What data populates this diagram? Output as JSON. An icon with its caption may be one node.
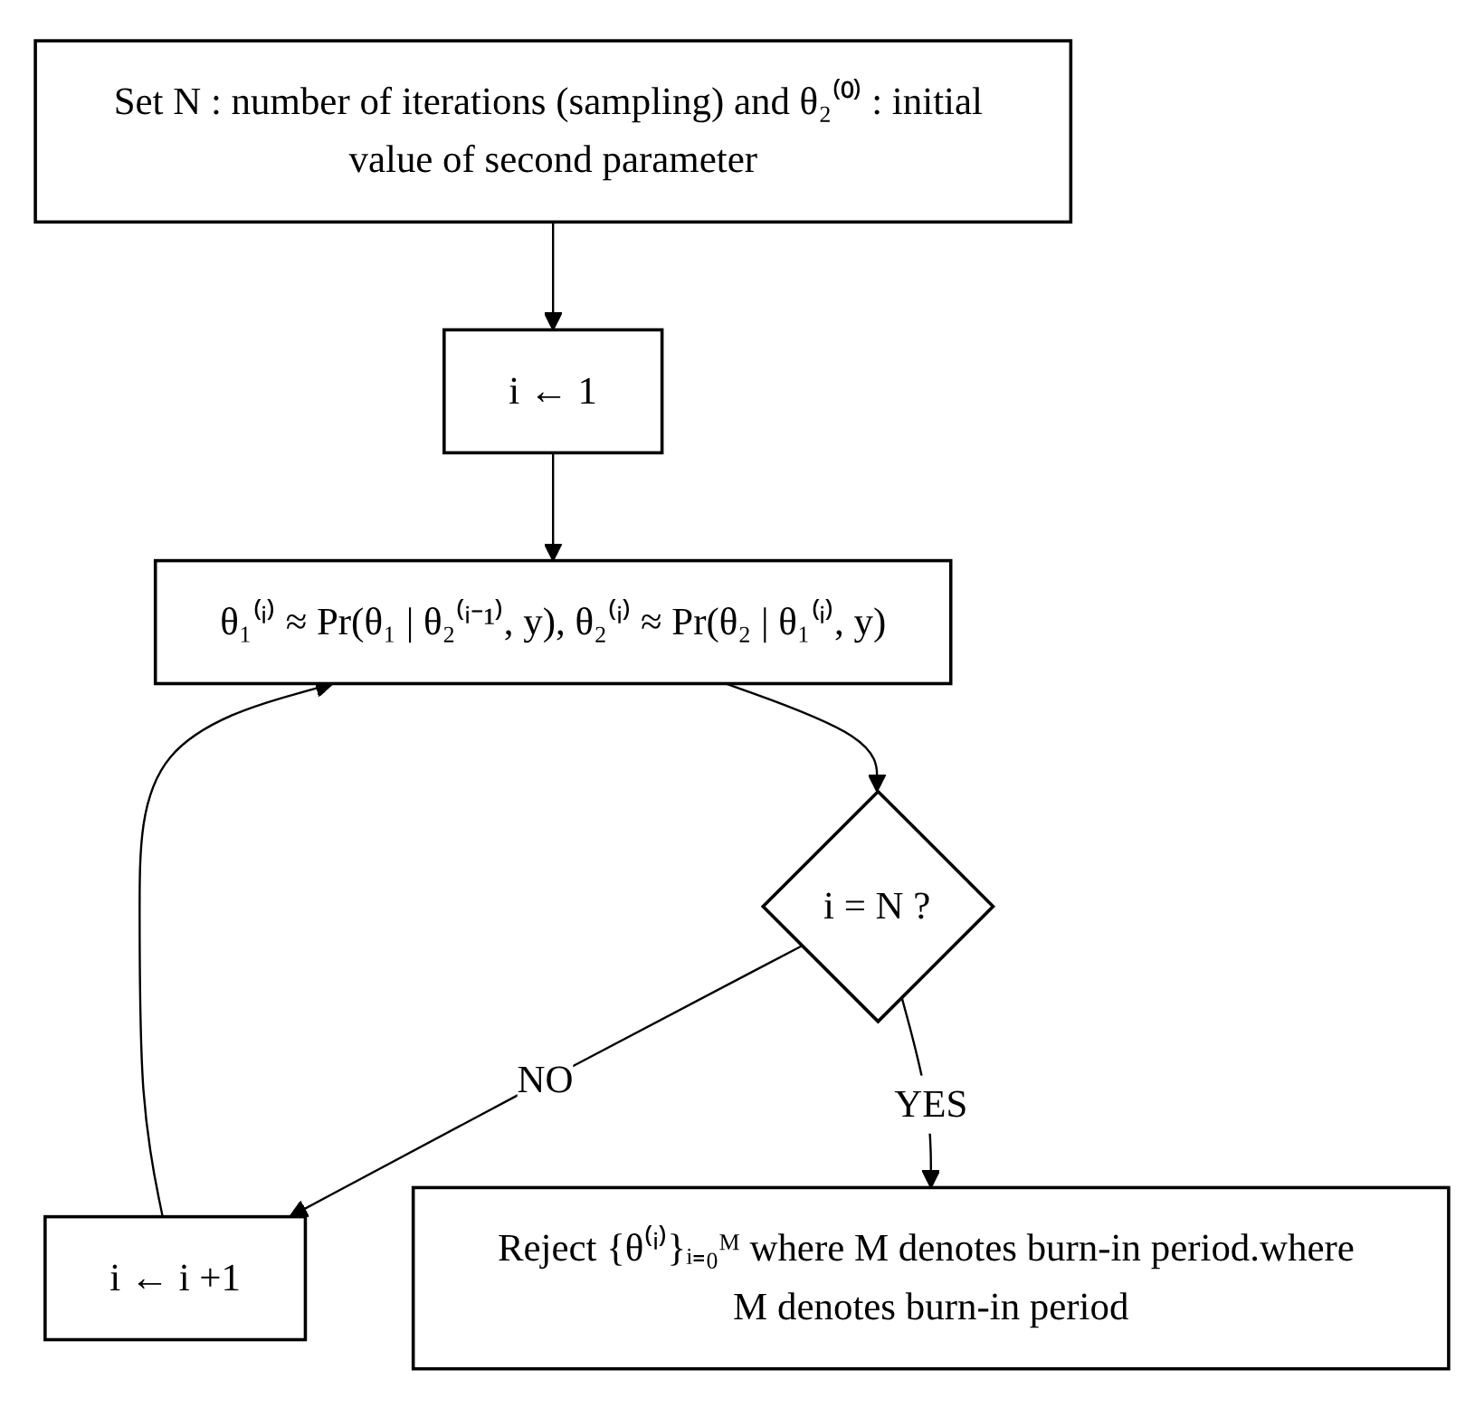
{
  "diagram": {
    "nodes": [
      {
        "text": [
          "Set N : number of iterations (sampling) and θ₂⁽⁰⁾ : initial value of second parameter"
        ]
      },
      {
        "text": [
          "i ← 1"
        ]
      },
      {
        "text": [
          "θ₁⁽ⁱ⁾ ≈ Pr(θ₁ | θ₂⁽ⁱ⁻¹⁾, y), θ₂⁽ⁱ⁾ ≈ Pr(θ₂ | θ₁⁽ⁱ⁾, y)"
        ]
      },
      {
        "text": [
          "i = N ?"
        ]
      },
      {
        "text": [
          "i ← i +1"
        ]
      },
      {
        "text": [
          "Reject {θ⁽ⁱ⁾}ᵢ₌₀ᴹ where M denotes burn-in period.where M denotes burn-in period"
        ]
      }
    ],
    "edges": [
      {
        "from": 0,
        "to": 1,
        "arrow": "to"
      },
      {
        "from": 1,
        "to": 2,
        "arrow": "to"
      },
      {
        "from": 2,
        "to": 3,
        "arrow": "to"
      },
      {
        "from": 3,
        "to": 4,
        "label": "NO",
        "arrow": "to"
      },
      {
        "from": 4,
        "to": 2,
        "arrow": "to"
      },
      {
        "from": 3,
        "to": 5,
        "label": "YES",
        "arrow": "to"
      }
    ]
  }
}
